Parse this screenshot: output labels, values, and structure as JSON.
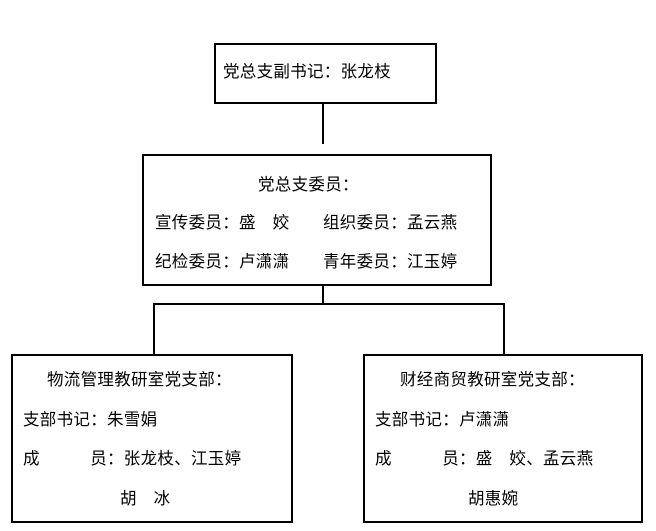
{
  "diagram": {
    "type": "org-chart",
    "colors": {
      "background": "#ffffff",
      "border": "#000000",
      "text": "#000000"
    },
    "deputy_secretary_box": {
      "title": "党总支副书记：张龙枝"
    },
    "committee_box": {
      "title": "党总支委员：",
      "row_publicity_org": "宣传委员：盛　姣　　组织委员：孟云燕",
      "row_discipline_youth": "纪检委员：卢潇潇　　青年委员：江玉婷"
    },
    "logistics_branch_box": {
      "title": "物流管理教研室党支部：",
      "secretary": "支部书记：朱雪娟",
      "members_line1": "成　　　员：张龙枝、江玉婷",
      "members_line2": "胡　冰"
    },
    "finance_branch_box": {
      "title": "财经商贸教研室党支部：",
      "secretary": "支部书记：卢潇潇",
      "members_line1": "成　　　员：盛　姣、孟云燕",
      "members_line2": "胡惠婉"
    }
  }
}
